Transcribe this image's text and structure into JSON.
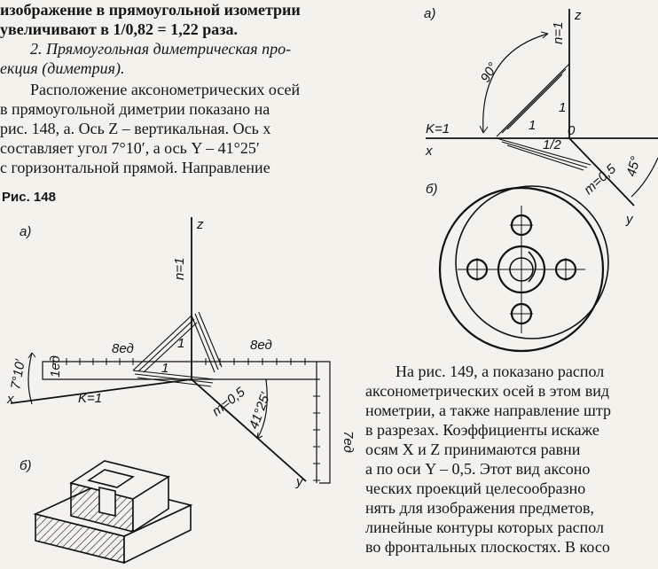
{
  "left_text": {
    "lines": [
      "изображение в прямоугольной изометрии",
      "увеличивают в 1/0,82 = 1,22 раза.",
      "2. Прямоугольная диметрическая про-",
      "екция (диметрия).",
      "Расположение аксонометрических осей",
      "в прямоугольной диметрии показано на",
      "рис. 148, а. Ось Z – вертикальная. Ось x",
      "составляет угол 7°10′, а ось Y – 41°25′",
      "с горизонтальной прямой. Направление"
    ]
  },
  "fig148": {
    "caption": "Рис. 148",
    "part_a": "а)",
    "part_b": "б)",
    "axis_z": "z",
    "axis_x": "x",
    "axis_y": "y",
    "n_label": "n=1",
    "k_label": "K=1",
    "m_label": "m=0,5",
    "unit_8ed_left": "8ед",
    "unit_8ed_right": "8ед",
    "unit_1ed": "1ед",
    "unit_7ed": "7ед",
    "angle_x": "7°10′",
    "angle_y": "41°25′",
    "one_a": "1",
    "one_b": "1"
  },
  "fig149": {
    "part_a": "а)",
    "part_b": "б)",
    "axis_z": "z",
    "axis_x": "x",
    "axis_y": "y",
    "n_label": "n=1",
    "k_label": "K=1",
    "m_label": "m=0,5",
    "angle_90": "90°",
    "angle_45": "45°",
    "one_a": "1",
    "one_b": "1",
    "half": "1/2",
    "zero": "0"
  },
  "right_text": {
    "lines": [
      "На рис. 149, а показано распол",
      "аксонометрических осей в этом вид",
      "нометрии, а также направление штр",
      "в разрезах. Коэффициенты искаже",
      "осям X и Z принимаются равни",
      "а по оси Y – 0,5. Этот вид аксоно",
      "ческих проекций целесообразно",
      "нять для изображения предметов,",
      "линейные контуры которых распол",
      "во фронтальных плоскостях. В косо"
    ]
  }
}
